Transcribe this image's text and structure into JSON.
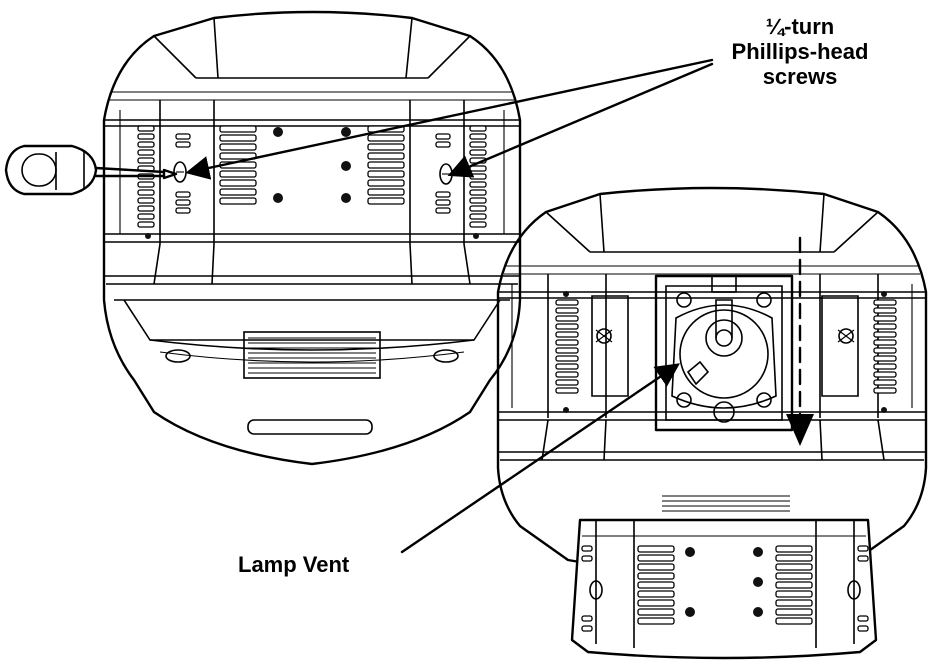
{
  "labels": {
    "screws": [
      "¼-turn",
      "Phillips-head",
      "screws"
    ],
    "vent": "Lamp Vent"
  },
  "colors": {
    "ink": "#000000",
    "paper": "#ffffff"
  },
  "icons": {
    "tool": "screwdriver-icon",
    "arrow": "callout-arrow",
    "slide": "dashed-down-arrow"
  }
}
